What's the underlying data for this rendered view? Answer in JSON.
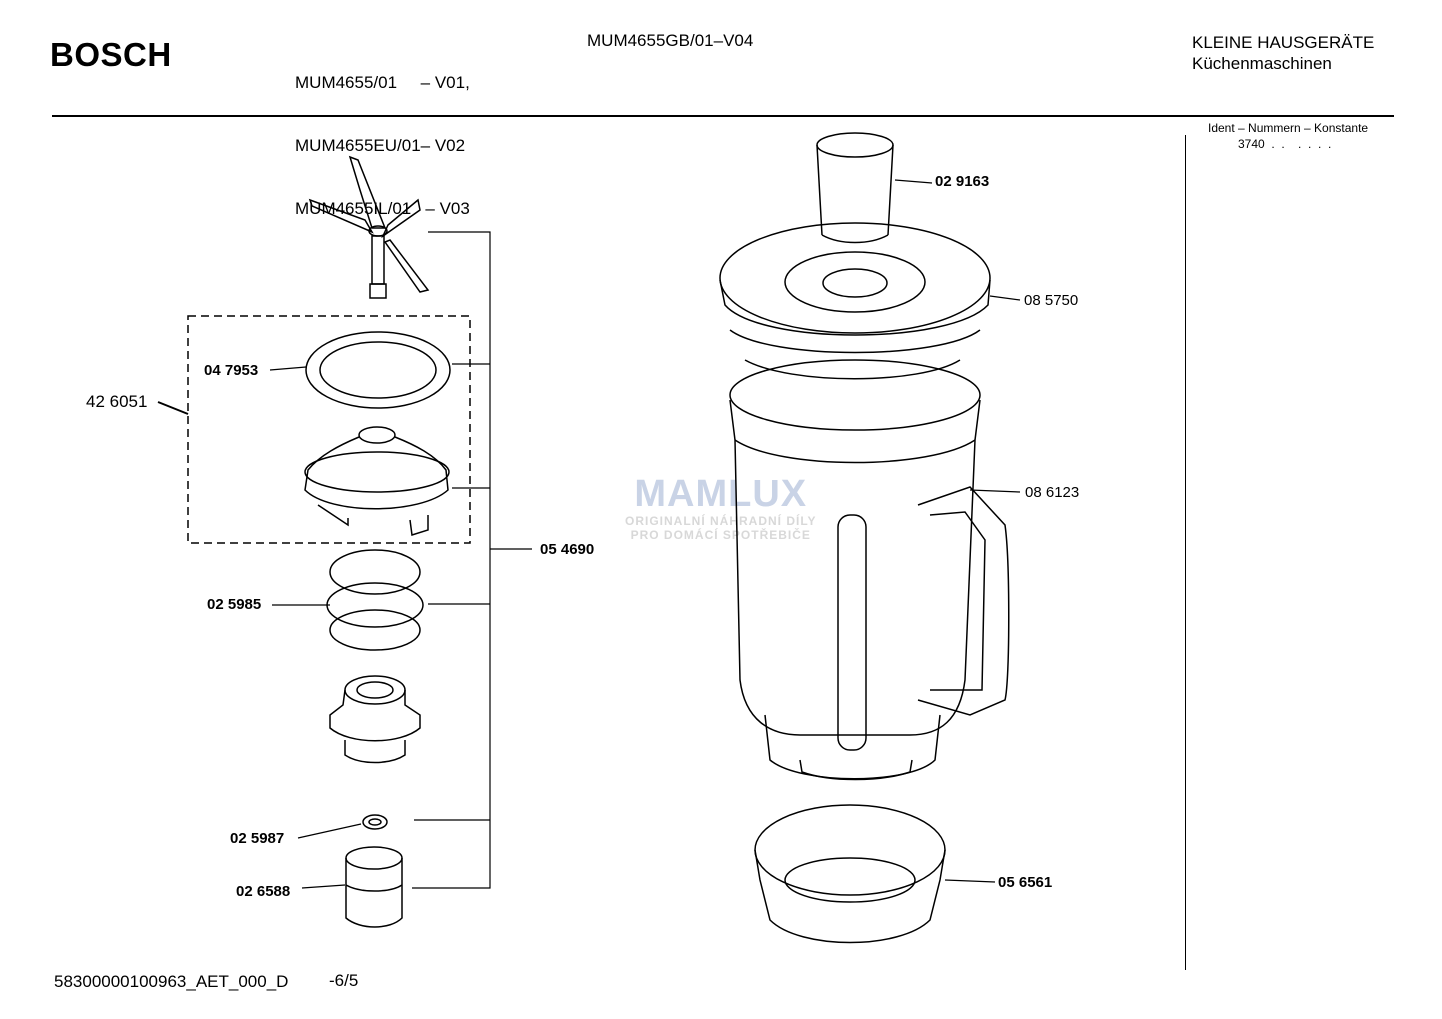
{
  "header": {
    "brand": "BOSCH",
    "models": [
      "MUM4655/01     – V01,",
      "MUM4655EU/01– V02",
      "MUM4655IL/01   – V03"
    ],
    "model_gb": "MUM4655GB/01–V04",
    "category": "KLEINE HAUSGERÄTE",
    "subcategory": "Küchenmaschinen",
    "ident_label": "Ident – Nummern – Konstante",
    "ident_value": "3740  .  .    .  .  .  ."
  },
  "parts": {
    "p029163": "02 9163",
    "p085750": "08 5750",
    "p086123": "08 6123",
    "p056561": "05 6561",
    "p047953": "04 7953",
    "p426051": "42 6051",
    "p054690": "05 4690",
    "p025985": "02 5985",
    "p025987": "02 5987",
    "p026588": "02 6588"
  },
  "watermark": {
    "name": "MAMLUX",
    "line1": "ORIGINALNÍ NÁHRADNÍ DÍLY",
    "line2": "PRO DOMÁCÍ SPOTŘEBIČE"
  },
  "footer": {
    "doc_id": "58300000100963_AET_000_D",
    "page": "-6/5"
  }
}
